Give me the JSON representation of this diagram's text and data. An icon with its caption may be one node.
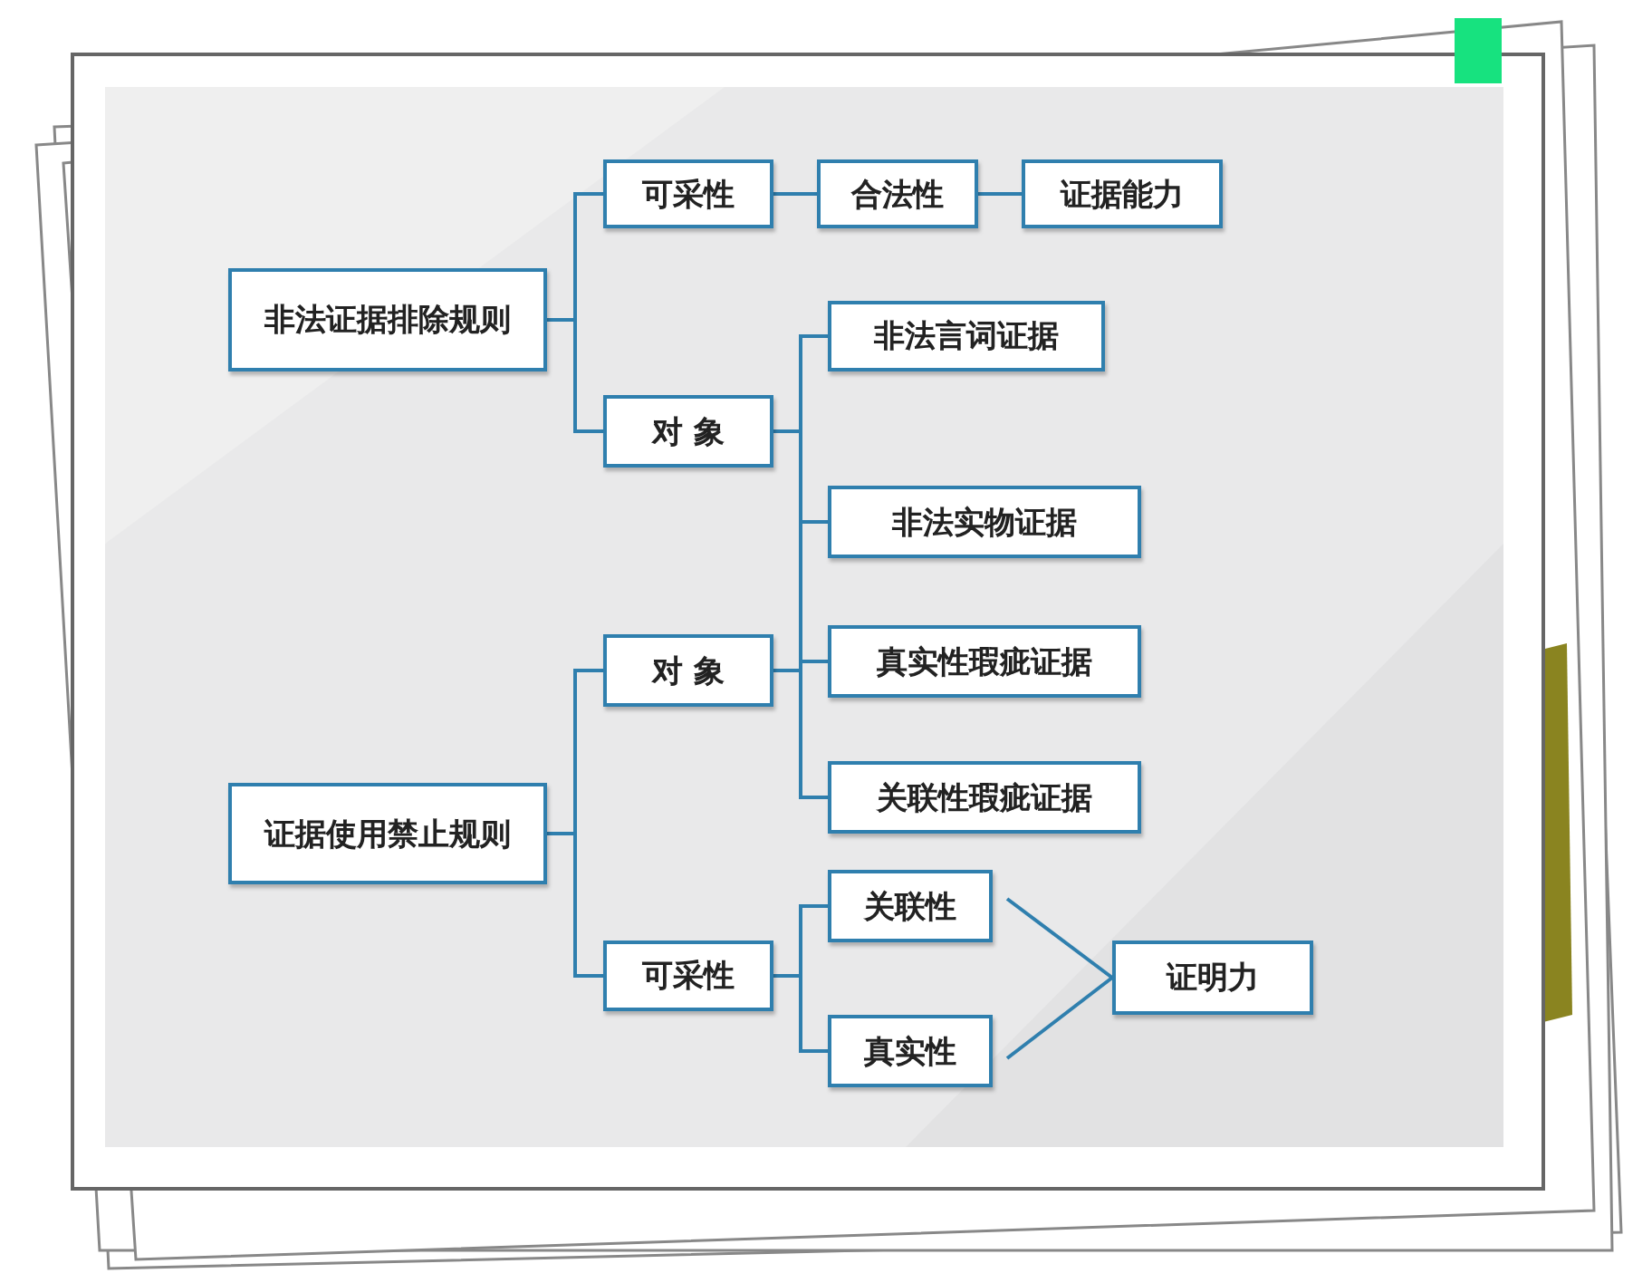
{
  "diagram": {
    "nodes": [
      {
        "text": [
          "非法证据排除规则"
        ]
      },
      {
        "text": [
          "可采性"
        ]
      },
      {
        "text": [
          "合法性"
        ]
      },
      {
        "text": [
          "证据能力"
        ]
      },
      {
        "text": [
          "对 象"
        ]
      },
      {
        "text": [
          "非法言词证据"
        ]
      },
      {
        "text": [
          "非法实物证据"
        ]
      },
      {
        "text": [
          "对 象"
        ]
      },
      {
        "text": [
          "真实性瑕疵证据"
        ]
      },
      {
        "text": [
          "关联性瑕疵证据"
        ]
      },
      {
        "text": [
          "证据使用禁止规则"
        ]
      },
      {
        "text": [
          "可采性"
        ]
      },
      {
        "text": [
          "关联性"
        ]
      },
      {
        "text": [
          "真实性"
        ]
      },
      {
        "text": [
          "证明力"
        ]
      }
    ],
    "edges": [
      {
        "from": 0,
        "to": 1,
        "arrow": "none"
      },
      {
        "from": 0,
        "to": 4,
        "arrow": "none"
      },
      {
        "from": 1,
        "to": 2,
        "arrow": "none"
      },
      {
        "from": 2,
        "to": 3,
        "arrow": "none"
      },
      {
        "from": 4,
        "to": 5,
        "arrow": "none"
      },
      {
        "from": 4,
        "to": 6,
        "arrow": "none"
      },
      {
        "from": 7,
        "to": 6,
        "arrow": "none"
      },
      {
        "from": 7,
        "to": 8,
        "arrow": "none"
      },
      {
        "from": 7,
        "to": 9,
        "arrow": "none"
      },
      {
        "from": 10,
        "to": 7,
        "arrow": "none"
      },
      {
        "from": 10,
        "to": 11,
        "arrow": "none"
      },
      {
        "from": 11,
        "to": 12,
        "arrow": "none"
      },
      {
        "from": 11,
        "to": 13,
        "arrow": "none"
      },
      {
        "from": 12,
        "to": 14,
        "arrow": "none"
      },
      {
        "from": 13,
        "to": 14,
        "arrow": "none"
      }
    ]
  }
}
